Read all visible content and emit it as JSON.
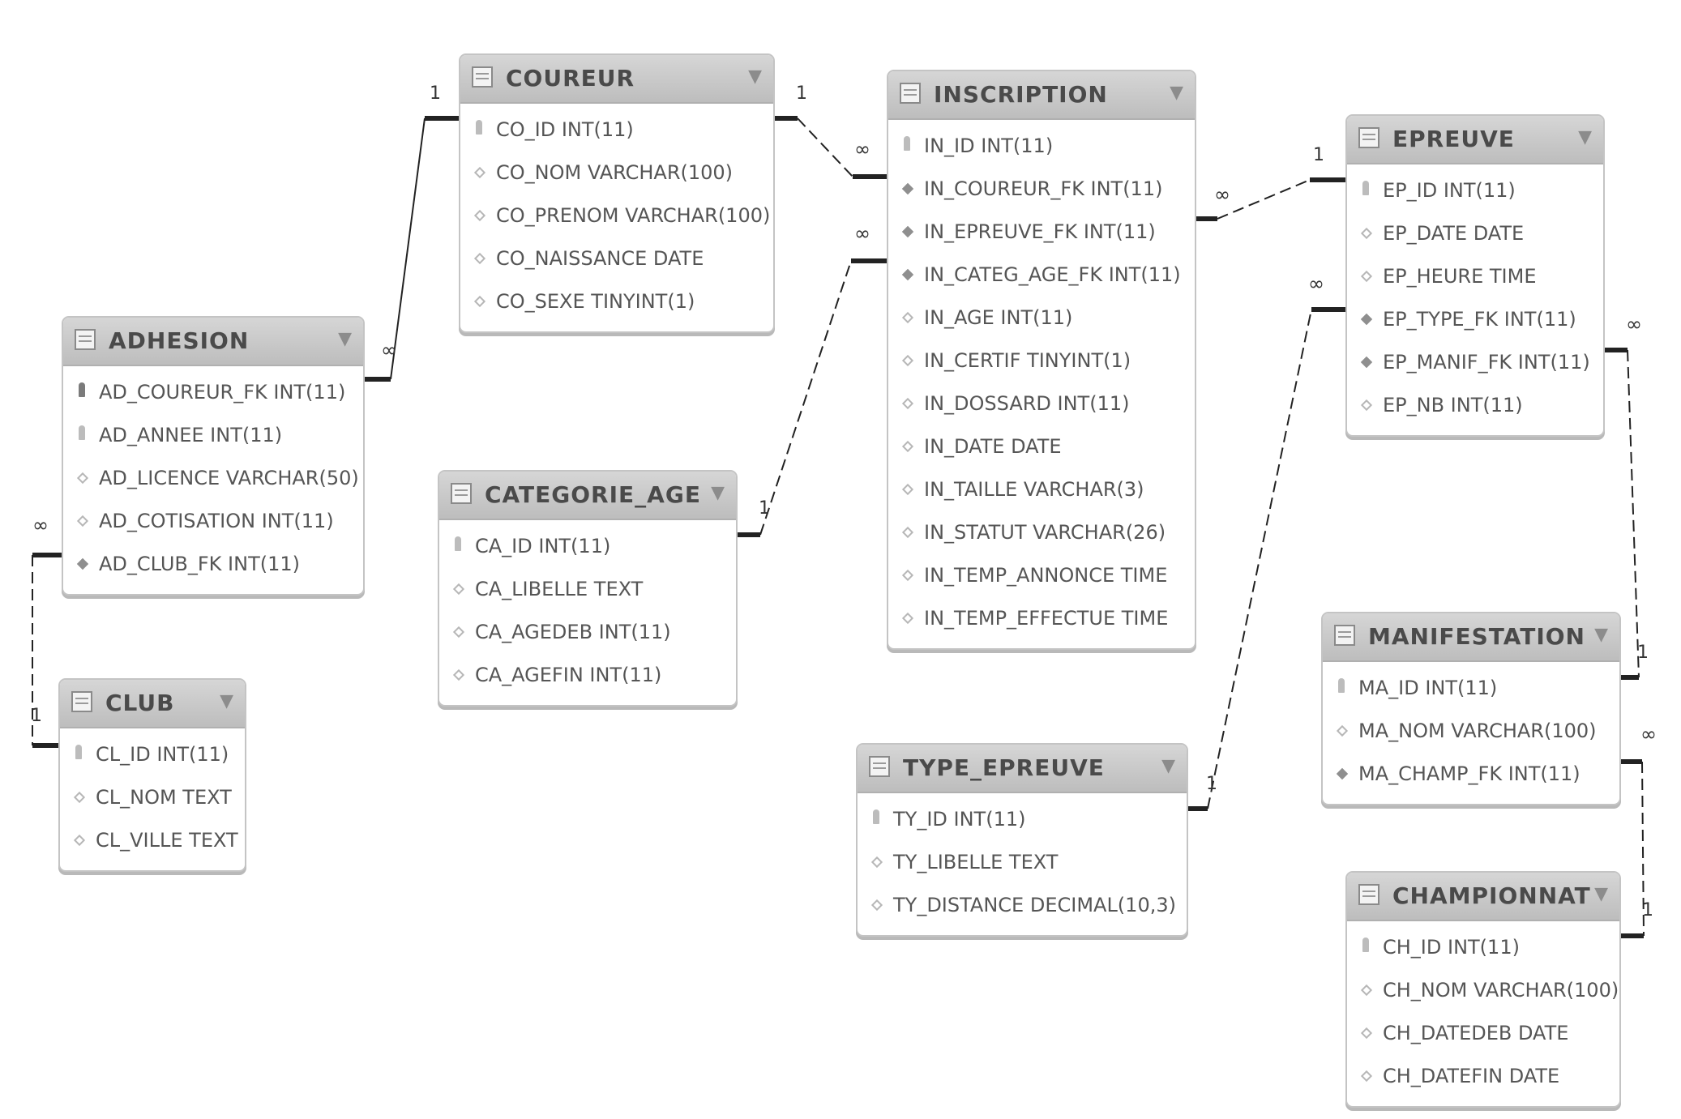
{
  "tables": [
    {
      "id": "coureur",
      "name": "COUREUR",
      "columns": [
        {
          "label": "CO_ID INT(11)",
          "key": "pk"
        },
        {
          "label": "CO_NOM VARCHAR(100)",
          "key": "attr"
        },
        {
          "label": "CO_PRENOM VARCHAR(100)",
          "key": "attr"
        },
        {
          "label": "CO_NAISSANCE DATE",
          "key": "attr"
        },
        {
          "label": "CO_SEXE TINYINT(1)",
          "key": "attr"
        }
      ]
    },
    {
      "id": "inscription",
      "name": "INSCRIPTION",
      "columns": [
        {
          "label": "IN_ID INT(11)",
          "key": "pk"
        },
        {
          "label": "IN_COUREUR_FK INT(11)",
          "key": "fk"
        },
        {
          "label": "IN_EPREUVE_FK INT(11)",
          "key": "fk"
        },
        {
          "label": "IN_CATEG_AGE_FK INT(11)",
          "key": "fk"
        },
        {
          "label": "IN_AGE INT(11)",
          "key": "attr"
        },
        {
          "label": "IN_CERTIF TINYINT(1)",
          "key": "attr"
        },
        {
          "label": "IN_DOSSARD INT(11)",
          "key": "attr"
        },
        {
          "label": "IN_DATE DATE",
          "key": "attr"
        },
        {
          "label": "IN_TAILLE VARCHAR(3)",
          "key": "attr"
        },
        {
          "label": "IN_STATUT VARCHAR(26)",
          "key": "attr"
        },
        {
          "label": "IN_TEMP_ANNONCE TIME",
          "key": "attr"
        },
        {
          "label": "IN_TEMP_EFFECTUE TIME",
          "key": "attr"
        }
      ]
    },
    {
      "id": "epreuve",
      "name": "EPREUVE",
      "columns": [
        {
          "label": "EP_ID INT(11)",
          "key": "pk"
        },
        {
          "label": "EP_DATE DATE",
          "key": "attr"
        },
        {
          "label": "EP_HEURE TIME",
          "key": "attr"
        },
        {
          "label": "EP_TYPE_FK INT(11)",
          "key": "fk"
        },
        {
          "label": "EP_MANIF_FK INT(11)",
          "key": "fk"
        },
        {
          "label": "EP_NB INT(11)",
          "key": "attr"
        }
      ]
    },
    {
      "id": "adhesion",
      "name": "ADHESION",
      "columns": [
        {
          "label": "AD_COUREUR_FK INT(11)",
          "key": "pkfk"
        },
        {
          "label": "AD_ANNEE INT(11)",
          "key": "pk"
        },
        {
          "label": "AD_LICENCE VARCHAR(50)",
          "key": "attr"
        },
        {
          "label": "AD_COTISATION INT(11)",
          "key": "attr"
        },
        {
          "label": "AD_CLUB_FK INT(11)",
          "key": "fk"
        }
      ]
    },
    {
      "id": "categorie_age",
      "name": "CATEGORIE_AGE",
      "columns": [
        {
          "label": "CA_ID INT(11)",
          "key": "pk"
        },
        {
          "label": "CA_LIBELLE TEXT",
          "key": "attr"
        },
        {
          "label": "CA_AGEDEB INT(11)",
          "key": "attr"
        },
        {
          "label": "CA_AGEFIN INT(11)",
          "key": "attr"
        }
      ]
    },
    {
      "id": "club",
      "name": "CLUB",
      "columns": [
        {
          "label": "CL_ID INT(11)",
          "key": "pk"
        },
        {
          "label": "CL_NOM TEXT",
          "key": "attr"
        },
        {
          "label": "CL_VILLE TEXT",
          "key": "attr"
        }
      ]
    },
    {
      "id": "type_epreuve",
      "name": "TYPE_EPREUVE",
      "columns": [
        {
          "label": "TY_ID INT(11)",
          "key": "pk"
        },
        {
          "label": "TY_LIBELLE TEXT",
          "key": "attr"
        },
        {
          "label": "TY_DISTANCE DECIMAL(10,3)",
          "key": "attr"
        }
      ]
    },
    {
      "id": "manifestation",
      "name": "MANIFESTATION",
      "columns": [
        {
          "label": "MA_ID INT(11)",
          "key": "pk"
        },
        {
          "label": "MA_NOM VARCHAR(100)",
          "key": "attr"
        },
        {
          "label": "MA_CHAMP_FK INT(11)",
          "key": "fk"
        }
      ]
    },
    {
      "id": "championnat",
      "name": "CHAMPIONNAT",
      "columns": [
        {
          "label": "CH_ID INT(11)",
          "key": "pk"
        },
        {
          "label": "CH_NOM VARCHAR(100)",
          "key": "attr"
        },
        {
          "label": "CH_DATEDEB DATE",
          "key": "attr"
        },
        {
          "label": "CH_DATEFIN DATE",
          "key": "attr"
        }
      ]
    }
  ],
  "relationships": [
    {
      "id": "adhesion-coureur",
      "from_table": "adhesion",
      "to_table": "coureur",
      "from_card": "∞",
      "to_card": "1",
      "style": "solid"
    },
    {
      "id": "coureur-inscription",
      "from_table": "coureur",
      "to_table": "inscription",
      "from_card": "1",
      "to_card": "∞",
      "style": "dashed"
    },
    {
      "id": "categorie-inscription",
      "from_table": "categorie_age",
      "to_table": "inscription",
      "from_card": "1",
      "to_card": "∞",
      "style": "dashed"
    },
    {
      "id": "inscription-epreuve",
      "from_table": "inscription",
      "to_table": "epreuve",
      "from_card": "∞",
      "to_card": "1",
      "style": "dashed"
    },
    {
      "id": "type-epreuve",
      "from_table": "type_epreuve",
      "to_table": "epreuve",
      "from_card": "1",
      "to_card": "∞",
      "style": "dashed"
    },
    {
      "id": "epreuve-manifestation",
      "from_table": "epreuve",
      "to_table": "manifestation",
      "from_card": "∞",
      "to_card": "1",
      "style": "dashed"
    },
    {
      "id": "manifestation-championnat",
      "from_table": "manifestation",
      "to_table": "championnat",
      "from_card": "∞",
      "to_card": "1",
      "style": "dashed"
    },
    {
      "id": "adhesion-club",
      "from_table": "adhesion",
      "to_table": "club",
      "from_card": "∞",
      "to_card": "1",
      "style": "dashed"
    }
  ],
  "colors": {
    "header": "#c8c8c8",
    "border": "#c4c4c4",
    "line": "#222222",
    "text": "#555555"
  },
  "icons": {
    "table": "table-icon",
    "primary_key": "key-icon",
    "foreign_key": "filled-diamond-icon",
    "attribute": "hollow-diamond-icon",
    "collapse": "triangle-down-icon"
  }
}
